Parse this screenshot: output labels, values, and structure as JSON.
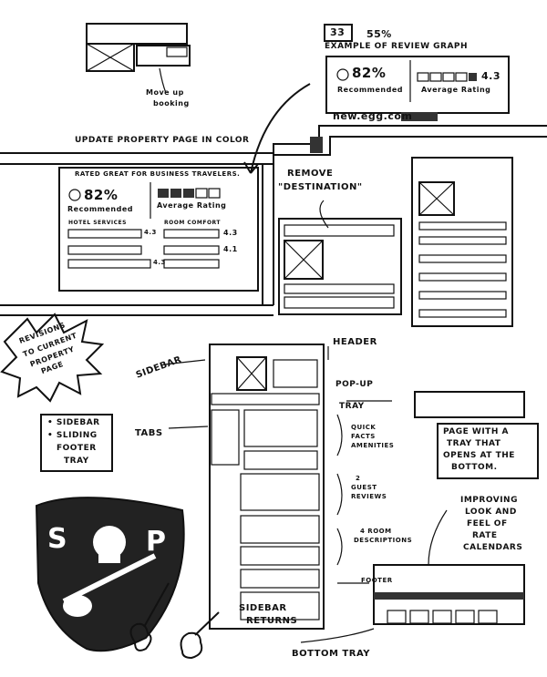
{
  "top_mock": {
    "note_line1": "Move up",
    "note_line2": "booking"
  },
  "review_example": {
    "counter": "33",
    "percent_top": "55%",
    "title": "Example of review graph",
    "pct": "82%",
    "recommended": "Recommended",
    "average_label": "Average Rating",
    "rating": "4.3",
    "source": "new.egg.com"
  },
  "banner": "Update property page in color",
  "rated_box": {
    "title": "Rated great for business travelers.",
    "pct": "82%",
    "recommended": "Recommended",
    "average_label": "Average Rating",
    "hotel_services": "Hotel Services",
    "room_comfort": "Room Comfort",
    "val1": "4.3",
    "val2": "4.3",
    "val3": "4.1",
    "val4": "4.3"
  },
  "remove_note_line1": "Remove",
  "remove_note_line2": "\"Destination\"",
  "revisions_starburst": [
    "Revisions",
    "to current",
    "property",
    "page"
  ],
  "labels": {
    "sidebar": "Sidebar",
    "tabs": "Tabs",
    "header": "Header",
    "popup_line1": "Pop-up",
    "popup_line2": "Tray",
    "quick_facts": [
      "Quick",
      "facts",
      "amenities"
    ],
    "guest_reviews": [
      "2",
      "Guest",
      "Reviews"
    ],
    "room_desc": [
      "4 Room",
      "Descriptions"
    ],
    "footer": "Footer",
    "sidebar_returns_1": "Sidebar",
    "sidebar_returns_2": "returns",
    "bottom_tray": "Bottom Tray"
  },
  "sidebar_note": [
    "• Sidebar",
    "• Sliding",
    "footer",
    "tray"
  ],
  "page_tray_note": [
    "Page with a",
    "tray that",
    "opens at the",
    "bottom."
  ],
  "rate_cal_note": [
    "Improving",
    "look and",
    "feel of",
    "rate",
    "calendars"
  ],
  "crest_letters": [
    "S",
    "P"
  ]
}
